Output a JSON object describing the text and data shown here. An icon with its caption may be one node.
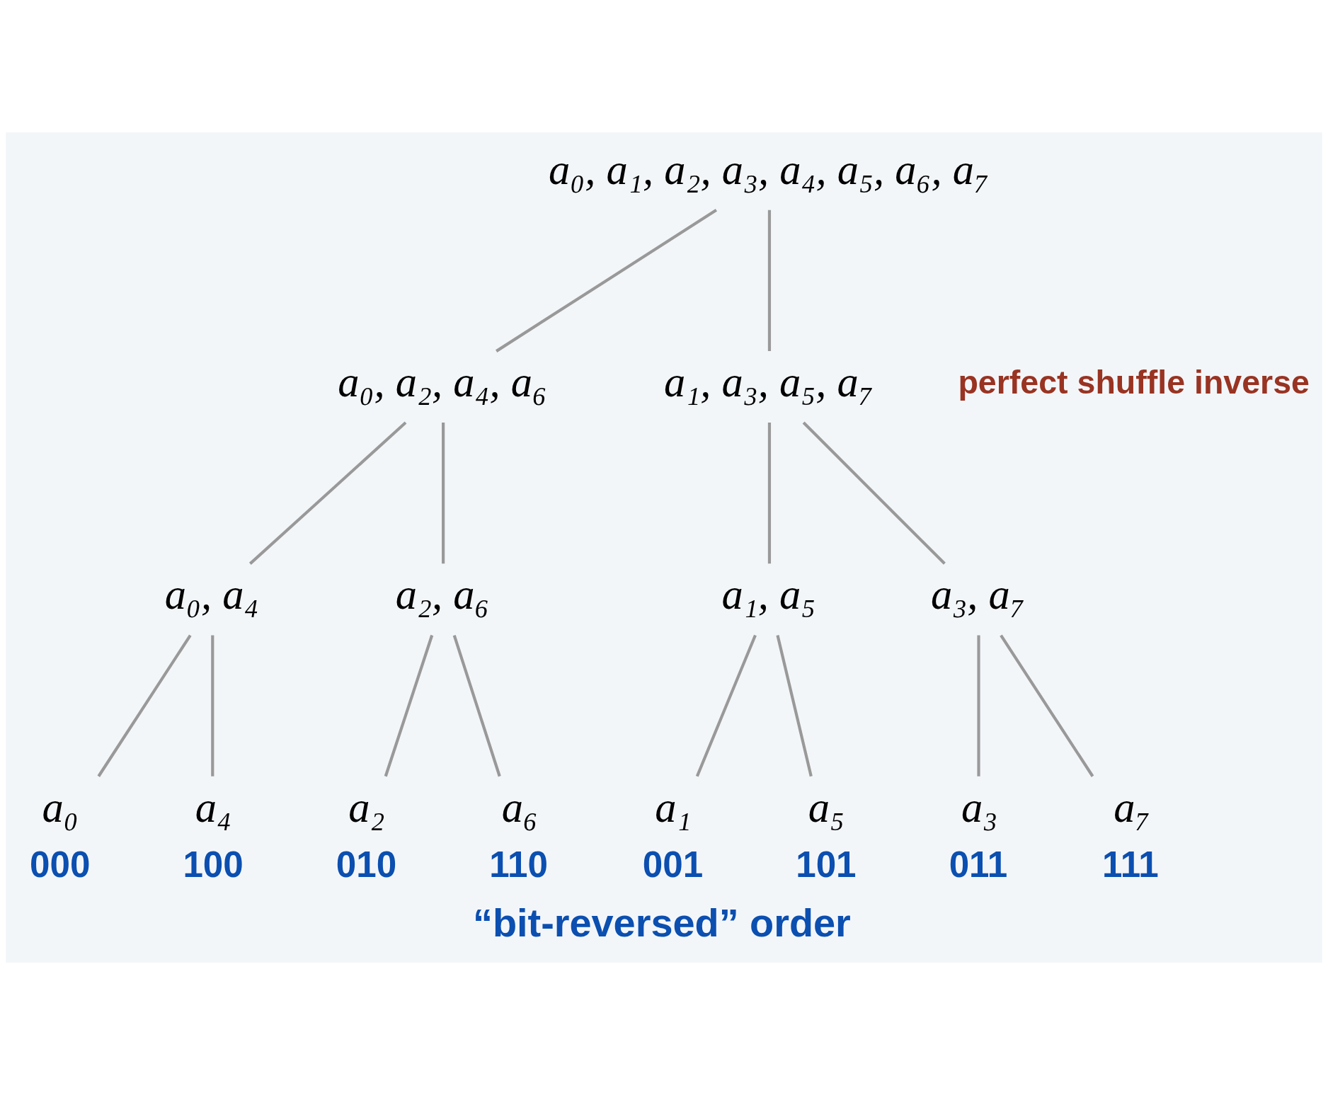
{
  "diagram": {
    "caption": "“bit-reversed” order",
    "nodes": [
      {
        "text": [
          "a₀, a₁, a₂, a₃, a₄, a₅, a₆, a₇"
        ]
      },
      {
        "text": [
          "a₀, a₂, a₄, a₆"
        ]
      },
      {
        "text": [
          "a₁, a₃, a₅, a₇"
        ]
      },
      {
        "text": [
          "a₀, a₄"
        ]
      },
      {
        "text": [
          "a₂, a₆"
        ]
      },
      {
        "text": [
          "a₁, a₅"
        ]
      },
      {
        "text": [
          "a₃, a₇"
        ]
      },
      {
        "text": [
          "a₀"
        ],
        "beside": [
          "000"
        ]
      },
      {
        "text": [
          "a₄"
        ],
        "beside": [
          "100"
        ]
      },
      {
        "text": [
          "a₂"
        ],
        "beside": [
          "010"
        ]
      },
      {
        "text": [
          "a₆"
        ],
        "beside": [
          "110"
        ]
      },
      {
        "text": [
          "a₁"
        ],
        "beside": [
          "001"
        ]
      },
      {
        "text": [
          "a₅"
        ],
        "beside": [
          "101"
        ]
      },
      {
        "text": [
          "a₃"
        ],
        "beside": [
          "011"
        ]
      },
      {
        "text": [
          "a₇"
        ],
        "beside": [
          "111"
        ]
      }
    ],
    "edges": [
      {
        "from": 0,
        "to": 1,
        "arrow": "none"
      },
      {
        "from": 0,
        "to": 2,
        "arrow": "none"
      },
      {
        "from": 1,
        "to": 3,
        "arrow": "none"
      },
      {
        "from": 1,
        "to": 4,
        "arrow": "none"
      },
      {
        "from": 2,
        "to": 5,
        "arrow": "none"
      },
      {
        "from": 2,
        "to": 6,
        "arrow": "none"
      },
      {
        "from": 3,
        "to": 7,
        "arrow": "none"
      },
      {
        "from": 3,
        "to": 8,
        "arrow": "none"
      },
      {
        "from": 4,
        "to": 9,
        "arrow": "none"
      },
      {
        "from": 4,
        "to": 10,
        "arrow": "none"
      },
      {
        "from": 5,
        "to": 11,
        "arrow": "none"
      },
      {
        "from": 5,
        "to": 12,
        "arrow": "none"
      },
      {
        "from": 6,
        "to": 13,
        "arrow": "none"
      },
      {
        "from": 6,
        "to": 14,
        "arrow": "none"
      }
    ],
    "labels": [
      "perfect shuffle inverse"
    ]
  }
}
